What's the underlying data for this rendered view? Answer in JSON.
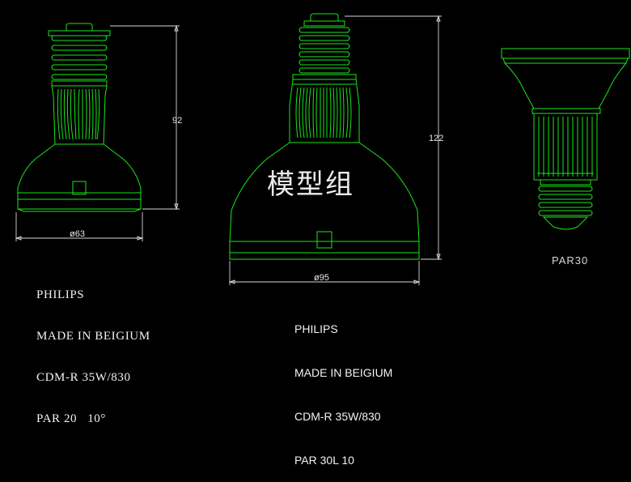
{
  "drawing": {
    "colors": {
      "background": "#000000",
      "outline": "#19e619",
      "dimension": "#d8d8d8",
      "text": "#f2f2f2"
    },
    "lamp_left": {
      "height_dim": "92",
      "width_dim": "ø63",
      "label_lines": [
        "PHILIPS",
        "MADE IN BEIGIUM",
        "CDM-R 35W/830",
        "PAR 20   10°"
      ]
    },
    "lamp_center": {
      "height_dim": "122",
      "width_dim": "ø95",
      "label_lines": [
        "PHILIPS",
        "MADE IN BEIGIUM",
        "CDM-R 35W/830",
        "PAR 30L 10"
      ]
    },
    "lamp_right": {
      "label": "PAR30"
    },
    "watermark": "模型组"
  }
}
